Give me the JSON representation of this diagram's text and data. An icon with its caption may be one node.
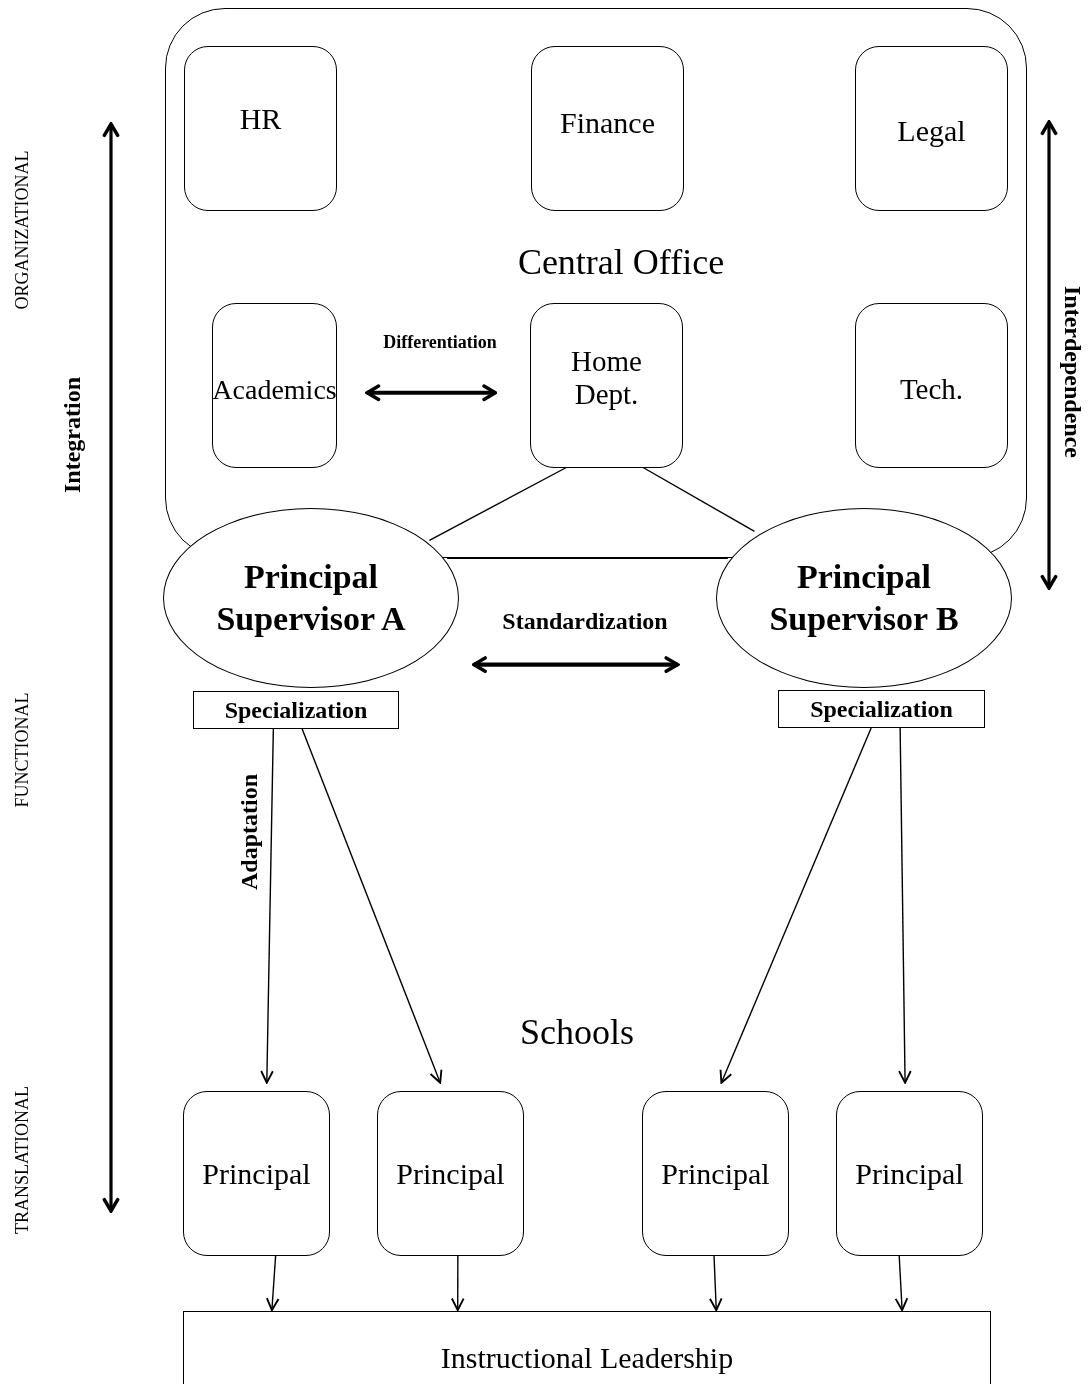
{
  "diagram": {
    "nodes": [
      {
        "text": [
          "Central Office"
        ]
      },
      {
        "text": [
          "HR"
        ],
        "in": 0
      },
      {
        "text": [
          "Finance"
        ],
        "in": 0
      },
      {
        "text": [
          "Legal"
        ],
        "in": 0
      },
      {
        "text": [
          "Academics"
        ],
        "in": 0
      },
      {
        "text": [
          "Home Dept."
        ],
        "in": 0
      },
      {
        "text": [
          "Tech."
        ],
        "in": 0
      },
      {
        "text": [
          "Principal Supervisor A"
        ]
      },
      {
        "text": [
          "Principal Supervisor B"
        ]
      },
      {
        "text": [
          "Specialization"
        ]
      },
      {
        "text": [
          "Specialization"
        ]
      },
      {
        "text": [
          "Principal"
        ]
      },
      {
        "text": [
          "Principal"
        ]
      },
      {
        "text": [
          "Principal"
        ]
      },
      {
        "text": [
          "Principal"
        ]
      },
      {
        "text": [
          "Instructional Leadership"
        ]
      }
    ],
    "edges": [
      {
        "from": 4,
        "to": 5,
        "arrow": "both",
        "label": "Differentiation",
        "style": "thick"
      },
      {
        "from": 5,
        "to": 7,
        "arrow": "none"
      },
      {
        "from": 5,
        "to": 8,
        "arrow": "none"
      },
      {
        "from": 7,
        "to": 8,
        "arrow": "none"
      },
      {
        "from": 7,
        "to": 8,
        "arrow": "both",
        "label": "Standardization",
        "style": "thick"
      },
      {
        "from": 9,
        "to": 11,
        "arrow": "to",
        "label": "Adaptation"
      },
      {
        "from": 9,
        "to": 12,
        "arrow": "to"
      },
      {
        "from": 10,
        "to": 13,
        "arrow": "to"
      },
      {
        "from": 10,
        "to": 14,
        "arrow": "to"
      },
      {
        "from": 11,
        "to": 15,
        "arrow": "to"
      },
      {
        "from": 12,
        "to": 15,
        "arrow": "to"
      },
      {
        "from": 13,
        "to": 15,
        "arrow": "to"
      },
      {
        "from": 14,
        "to": 15,
        "arrow": "to"
      }
    ],
    "labels": [
      "ORGANIZATIONAL",
      "Integration",
      "Interdependence",
      "FUNCTIONAL",
      "Schools",
      "TRANSLATIONAL"
    ]
  }
}
